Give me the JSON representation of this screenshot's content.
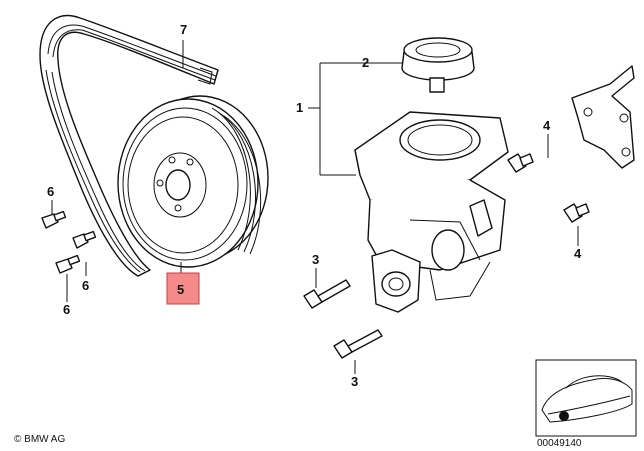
{
  "callouts": {
    "c1": "1",
    "c2": "2",
    "c3a": "3",
    "c3b": "3",
    "c4a": "4",
    "c4b": "4",
    "c5": "5",
    "c6a": "6",
    "c6b": "6",
    "c6c": "6",
    "c7": "7"
  },
  "highlight_color": "#f48a8a",
  "copyright": "© BMW AG",
  "catalog_number": "00049140"
}
